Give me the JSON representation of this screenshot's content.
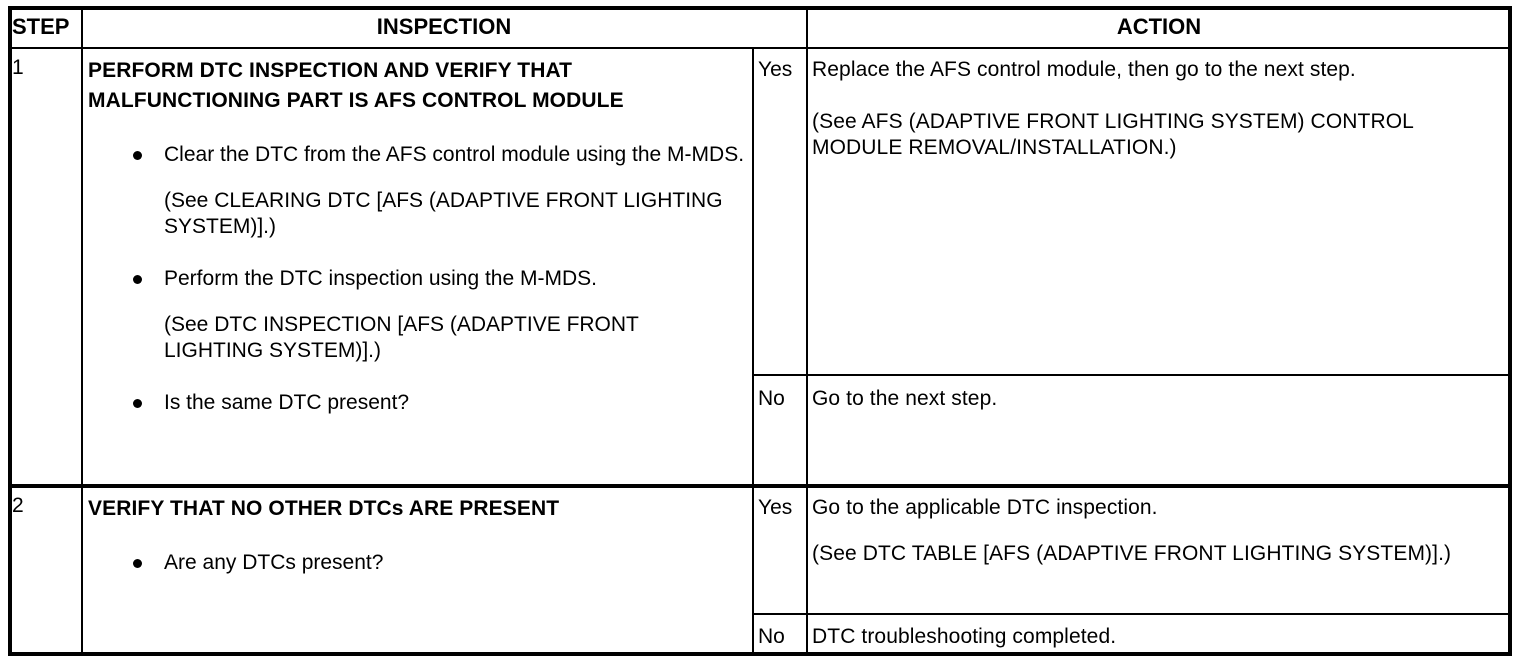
{
  "table": {
    "headers": {
      "step": "STEP",
      "inspection": "INSPECTION",
      "action": "ACTION"
    },
    "rows": [
      {
        "step": "1",
        "inspection_title": "PERFORM DTC INSPECTION AND VERIFY THAT MALFUNCTIONING PART IS AFS CONTROL MODULE",
        "bullets": [
          {
            "text": "Clear the DTC from the AFS control module using the M-MDS.",
            "note": "(See CLEARING DTC [AFS (ADAPTIVE FRONT LIGHTING SYSTEM)].)"
          },
          {
            "text": "Perform the DTC inspection using the M-MDS.",
            "note": "(See DTC INSPECTION [AFS (ADAPTIVE FRONT LIGHTING SYSTEM)].)"
          },
          {
            "text": "Is the same DTC present?",
            "note": ""
          }
        ],
        "actions": [
          {
            "answer": "Yes",
            "text": "Replace the AFS control module, then go to the next step.",
            "note": "(See AFS (ADAPTIVE FRONT LIGHTING SYSTEM) CONTROL MODULE REMOVAL/INSTALLATION.)"
          },
          {
            "answer": "No",
            "text": "Go to the next step.",
            "note": ""
          }
        ]
      },
      {
        "step": "2",
        "inspection_title": "VERIFY THAT NO OTHER DTCs ARE PRESENT",
        "bullets": [
          {
            "text": "Are any DTCs present?",
            "note": ""
          }
        ],
        "actions": [
          {
            "answer": "Yes",
            "text": "Go to the applicable DTC inspection.",
            "note": "(See DTC TABLE [AFS (ADAPTIVE FRONT LIGHTING SYSTEM)].)"
          },
          {
            "answer": "No",
            "text": "DTC troubleshooting completed.",
            "note": ""
          }
        ]
      }
    ]
  },
  "colors": {
    "rule": "#000000",
    "background": "#ffffff",
    "text": "#000000"
  }
}
